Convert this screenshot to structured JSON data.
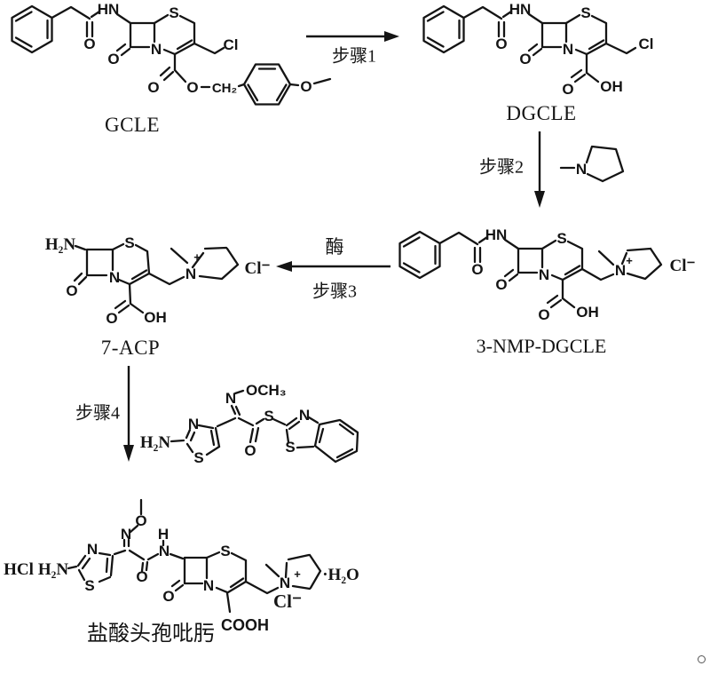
{
  "compounds": {
    "gcle": {
      "name": "GCLE",
      "labels": {
        "hn": "HN",
        "amide_o": "O",
        "lactam_o": "O",
        "ring_n": "N",
        "ring_s": "S",
        "cl": "Cl",
        "ester_o_dbl": "O",
        "ester_o": "O",
        "ester_ch2": "CH₂",
        "pmb_o": "O"
      }
    },
    "dgcle": {
      "name": "DGCLE",
      "labels": {
        "hn": "HN",
        "amide_o": "O",
        "lactam_o": "O",
        "ring_n": "N",
        "ring_s": "S",
        "cl": "Cl",
        "acid_o": "O",
        "acid_oh": "OH"
      }
    },
    "nmp_reagent": {
      "labels": {
        "n": "N"
      }
    },
    "nmp_dgcle": {
      "name": "3-NMP-DGCLE",
      "labels": {
        "hn": "HN",
        "amide_o": "O",
        "lactam_o": "O",
        "ring_n": "N",
        "ring_s": "S",
        "pyr_n": "N",
        "pyr_charge": "+",
        "chloride": "Cl⁻",
        "acid_o": "O",
        "acid_oh": "OH"
      }
    },
    "acp7": {
      "name": "7-ACP",
      "labels": {
        "h2n": "H₂N",
        "lactam_o": "O",
        "ring_n": "N",
        "ring_s": "S",
        "pyr_n": "N",
        "pyr_charge": "+",
        "chloride": "Cl⁻",
        "acid_o": "O",
        "acid_oh": "OH"
      }
    },
    "maem": {
      "labels": {
        "h2n": "H₂N",
        "thiazole_n": "N",
        "thiazole_s": "S",
        "oxime_n": "N",
        "methoxy": "OCH₃",
        "thioester_s": "S",
        "carbonyl_o": "O",
        "bt_n": "N",
        "bt_s": "S"
      }
    },
    "product": {
      "name": "盐酸头孢吡肟",
      "labels": {
        "hcl": "HCl",
        "h2n": "H₂N",
        "thiazole_n": "N",
        "thiazole_s": "S",
        "oxime_n": "N",
        "oxime_o": "O",
        "amide_h": "H",
        "amide_n": "N",
        "amide_o": "O",
        "lactam_o": "O",
        "ring_n": "N",
        "ring_s": "S",
        "pyr_n": "N",
        "pyr_charge": "+",
        "chloride": "Cl⁻",
        "hydrate": "·H₂O",
        "cooh": "COOH"
      }
    }
  },
  "steps": {
    "step1": "步骤1",
    "step2": "步骤2",
    "step3": "步骤3",
    "step4": "步骤4",
    "enzyme": "酶"
  }
}
